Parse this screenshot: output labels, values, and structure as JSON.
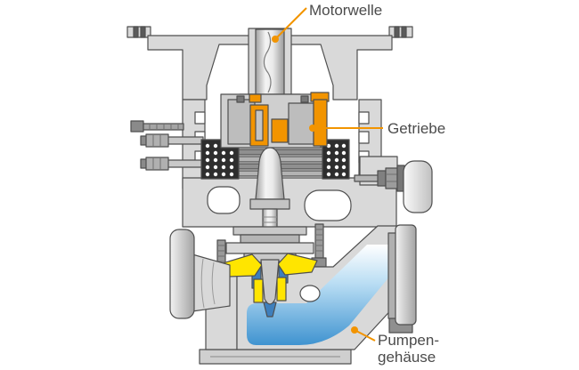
{
  "diagram": {
    "subject": "Schnittzeichnung einer vertikalen Pumpe (pump cross-section)",
    "background_color": "#ffffff",
    "colors": {
      "outline": "#4f4f4f",
      "housing_light": "#d9d9d9",
      "housing_mid": "#b8b8b8",
      "metal_dark": "#8f8f8f",
      "coil_block": "#2e2e2e",
      "accent_orange": "#F29400",
      "impeller_yellow": "#FFE500",
      "impeller_blue": "#3E7FBC",
      "flow_blue": "#4a9ad4",
      "label_color": "#4b4b4b"
    },
    "labels": {
      "motorwelle": {
        "text": "Motorwelle"
      },
      "getriebe": {
        "text": "Getriebe"
      },
      "pumpengehaeuse": {
        "line1": "Pumpen-",
        "line2": "gehäuse"
      }
    }
  }
}
